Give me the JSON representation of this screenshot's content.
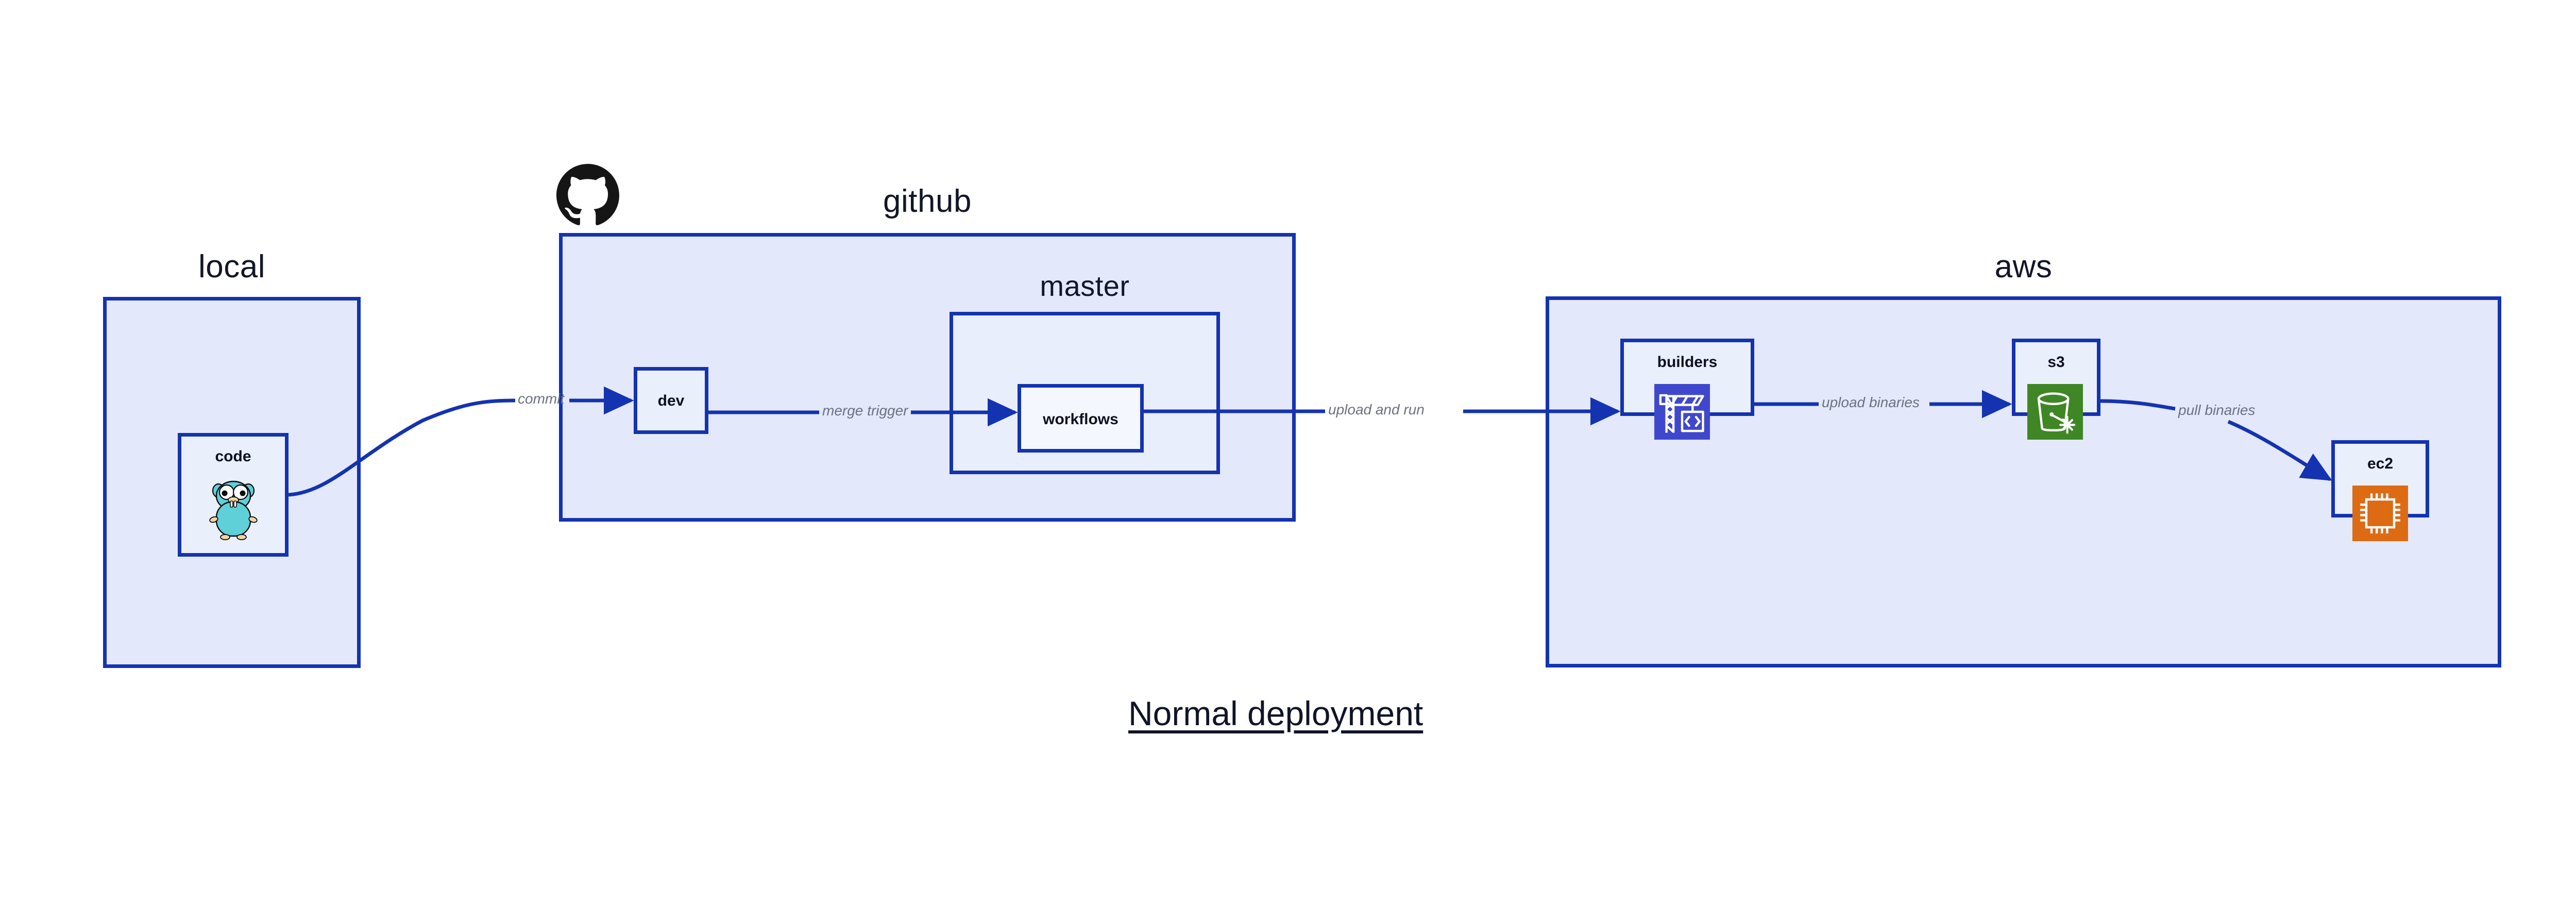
{
  "diagram": {
    "caption": "Normal deployment",
    "background_color": "#ffffff",
    "group_fill": "#e3e8fb",
    "group_border": "#1433b0",
    "node_fill": "#eaeffc",
    "edge_color": "#1433b0",
    "edge_label_color": "#6b7280"
  },
  "groups": {
    "local": {
      "label": "local",
      "nodes": {
        "code": {
          "label": "code",
          "icon": "go-gopher-icon"
        }
      }
    },
    "github": {
      "label": "github",
      "logo_icon": "github-octocat-icon",
      "nodes": {
        "dev": {
          "label": "dev"
        }
      },
      "subgroups": {
        "master": {
          "label": "master",
          "nodes": {
            "workflows": {
              "label": "workflows"
            }
          }
        }
      }
    },
    "aws": {
      "label": "aws",
      "nodes": {
        "builders": {
          "label": "builders",
          "icon": "aws-builders-crane-icon",
          "icon_color": "#3f48cc"
        },
        "s3": {
          "label": "s3",
          "icon": "aws-s3-bucket-icon",
          "icon_color": "#3f8624"
        },
        "ec2": {
          "label": "ec2",
          "icon": "aws-ec2-chip-icon",
          "icon_color": "#dd6b14"
        }
      }
    }
  },
  "edges": [
    {
      "id": "commit",
      "label": "commit",
      "from": "code",
      "to": "dev"
    },
    {
      "id": "merge-trigger",
      "label": "merge trigger",
      "from": "dev",
      "to": "workflows"
    },
    {
      "id": "upload-and-run",
      "label": "upload and run",
      "from": "workflows",
      "to": "builders"
    },
    {
      "id": "upload-binaries",
      "label": "upload binaries",
      "from": "builders",
      "to": "s3"
    },
    {
      "id": "pull-binaries",
      "label": "pull binaries",
      "from": "s3",
      "to": "ec2"
    }
  ]
}
